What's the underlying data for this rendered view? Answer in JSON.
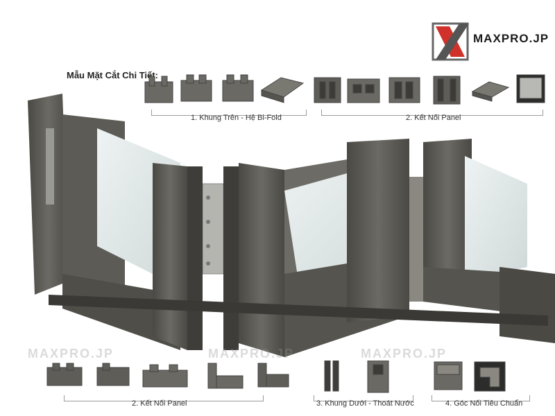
{
  "brand": {
    "logo_text": "MAXPRO.JP",
    "watermark": "MAXPRO.JP"
  },
  "header": {
    "title": "Mẫu Mặt Cắt Chi Tiết:"
  },
  "sections": [
    {
      "label": "1. Khung Trên - Hệ Bi-Fold"
    },
    {
      "label": "2. Kết Nối Panel"
    },
    {
      "label": "2. Kết Nối Panel"
    },
    {
      "label": "3. Khung Dưới - Thoát Nước"
    },
    {
      "label": "4. Góc Nối Tiêu Chuẩn"
    }
  ],
  "colors": {
    "frame": "#5b5a55",
    "frame_dark": "#3e3d39",
    "frame_light": "#8a8880",
    "glass": "#dfe6e6",
    "accent_red": "#d0322b"
  }
}
